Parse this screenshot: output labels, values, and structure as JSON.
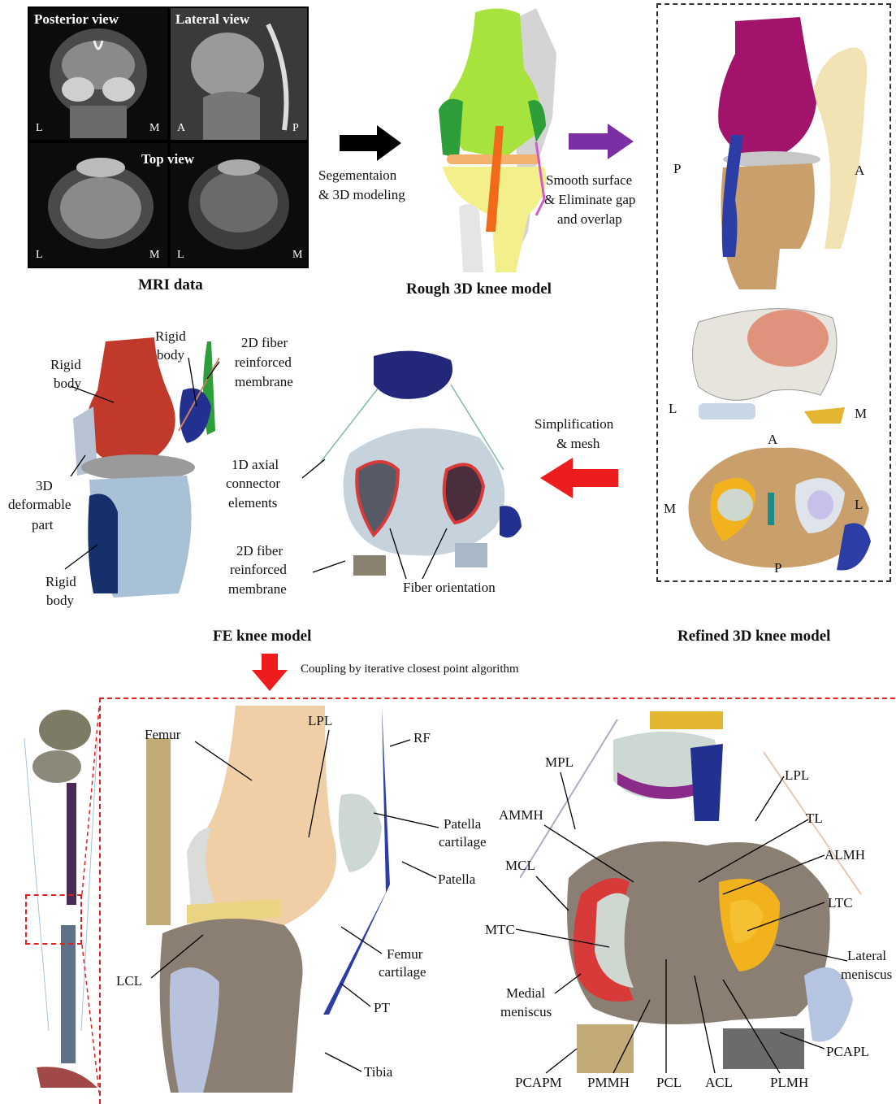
{
  "mri": {
    "posterior_view": "Posterior view",
    "lateral_view": "Lateral view",
    "top_view": "Top view",
    "corners": {
      "p_l": "L",
      "p_m": "M",
      "l_a": "A",
      "l_p": "P",
      "t1_l": "L",
      "t1_m": "M",
      "t2_l": "L",
      "t2_m": "M"
    },
    "caption": "MRI data"
  },
  "rough": {
    "step_text_1": "Segementaion",
    "step_text_2": "& 3D modeling",
    "caption": "Rough 3D knee model"
  },
  "refined": {
    "step_text_1": "Smooth surface",
    "step_text_2": "& Eliminate gap",
    "step_text_3": "and overlap",
    "orient": {
      "p1": "P",
      "a1": "A",
      "l1": "L",
      "m1": "M",
      "a2": "A",
      "m2": "M",
      "l2": "L",
      "p2": "P"
    },
    "caption": "Refined 3D knee model"
  },
  "fe": {
    "simplification_1": "Simplification",
    "simplification_2": "& mesh",
    "rigid_body_1": [
      "Rigid",
      "body"
    ],
    "rigid_body_2": [
      "Rigid",
      "body"
    ],
    "rigid_body_3": [
      "Rigid",
      "body"
    ],
    "deformable": [
      "3D",
      "deformable",
      "part"
    ],
    "membrane_1": [
      "2D fiber",
      "reinforced",
      "membrane"
    ],
    "connector": [
      "1D axial",
      "connector",
      "elements"
    ],
    "membrane_2": [
      "2D fiber",
      "reinforced",
      "membrane"
    ],
    "fiber_orientation": "Fiber orientation",
    "caption": "FE knee model"
  },
  "coupling_text": "Coupling by iterative closest point algorithm",
  "anatomy_left": {
    "femur": "Femur",
    "lpl": "LPL",
    "rf": "RF",
    "patella_cartilage": [
      "Patella",
      "cartilage"
    ],
    "patella": "Patella",
    "femur_cartilage": [
      "Femur",
      "cartilage"
    ],
    "lcl": "LCL",
    "pt": "PT",
    "tibia": "Tibia"
  },
  "anatomy_right": {
    "mpl": "MPL",
    "lpl": "LPL",
    "ammh": "AMMH",
    "tl": "TL",
    "almh": "ALMH",
    "mcl": "MCL",
    "ltc": "LTC",
    "mtc": "MTC",
    "lateral_meniscus": [
      "Lateral",
      "meniscus"
    ],
    "medial_meniscus": [
      "Medial",
      "meniscus"
    ],
    "pcapl": "PCAPL",
    "pcapm": "PCAPM",
    "pmmh": "PMMH",
    "pcl": "PCL",
    "acl": "ACL",
    "plmh": "PLMH"
  },
  "colors": {
    "arrow_black": "#000000",
    "arrow_purple": "#7b2fa5",
    "arrow_red": "#ee1c1c",
    "femur": "#f1cfa6",
    "tibia": "#8a7f72",
    "cartilage": "#cfd8d0",
    "meniscus_red": "#d83a3a",
    "meniscus_yellow": "#f2b21e",
    "ligament_blue": "#2c3ea6",
    "magenta": "#a2146b",
    "tan": "#c9a06c"
  }
}
